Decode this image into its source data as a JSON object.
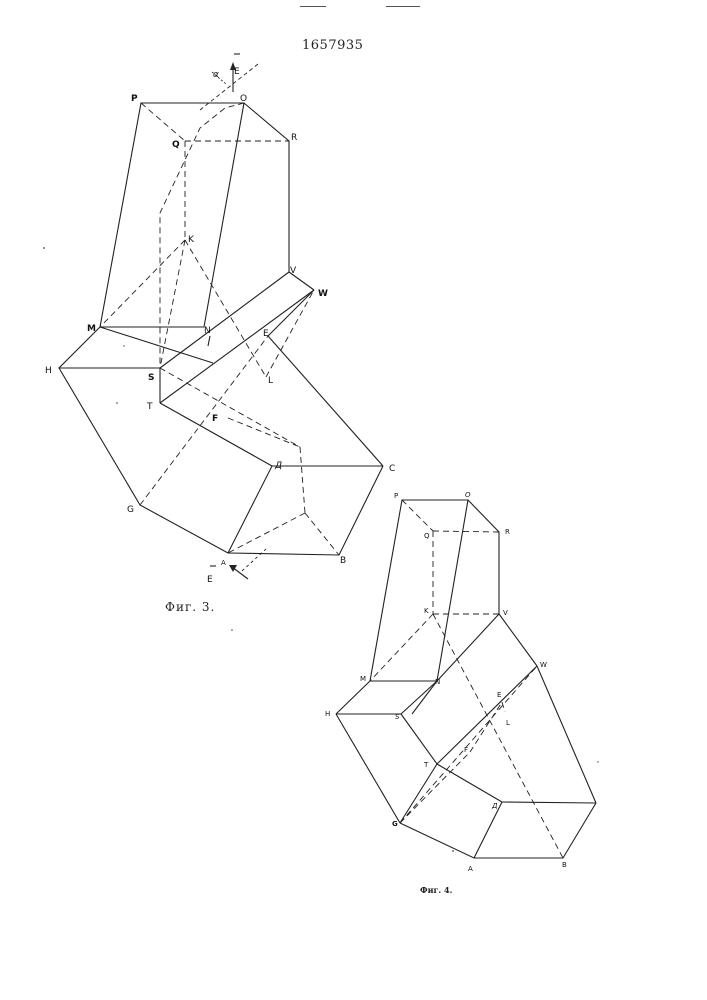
{
  "header": {
    "patent_number": "1657935"
  },
  "figure3": {
    "caption": "Фиг. 3.",
    "vector_label": "E",
    "angle_label": "α",
    "labels": {
      "P": "P",
      "O": "O",
      "Q": "Q",
      "R": "R",
      "K": "K",
      "V": "V",
      "W": "W",
      "M": "M",
      "N": "N",
      "E": "E",
      "H": "H",
      "S": "S",
      "L": "L",
      "T": "T",
      "F": "F",
      "D": "Д",
      "C": "C",
      "G": "G",
      "A": "A",
      "B": "B"
    }
  },
  "figure4": {
    "caption": "Фиг. 4.",
    "labels": {
      "P": "P",
      "O": "O",
      "Q": "Q",
      "R": "R",
      "K": "K",
      "V": "V",
      "W": "W",
      "M": "M",
      "N": "N",
      "E": "E",
      "L": "L",
      "H": "H",
      "S": "S",
      "T": "T",
      "F": "F",
      "D": "Д",
      "G": "G",
      "A": "A",
      "B": "B"
    }
  }
}
